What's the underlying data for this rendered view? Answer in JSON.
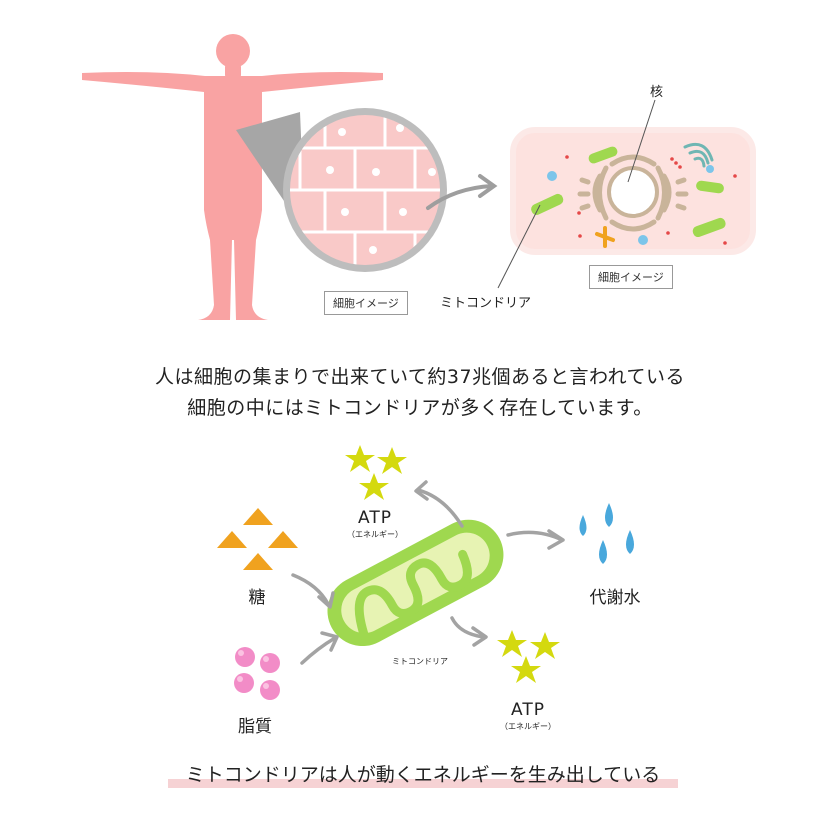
{
  "labels": {
    "cell_image_1": "細胞イメージ",
    "cell_image_2": "細胞イメージ",
    "nucleus": "核",
    "mitochondria": "ミトコンドリア",
    "mito_small": "ミトコンドリア"
  },
  "caption": {
    "line1": "人は細胞の集まりで出来ていて約37兆個あると言われている",
    "line2": "細胞の中にはミトコンドリアが多く存在しています。"
  },
  "inputs": {
    "sugar": "糖",
    "fat": "脂質"
  },
  "outputs": {
    "atp_top": "ATP",
    "atp_top_sub": "（エネルギー）",
    "atp_bottom": "ATP",
    "atp_bottom_sub": "（エネルギー）",
    "water": "代謝水"
  },
  "bottom_caption": "ミトコンドリアは人が動くエネルギーを生み出している",
  "colors": {
    "body": "#f9a3a3",
    "cell_bg": "#fde2df",
    "mito_green": "#9fd84f",
    "mito_inner": "#e7f3b3",
    "atp_star": "#d4d90f",
    "sugar": "#f0a21f",
    "fat": "#f28cc7",
    "water": "#49a8dc",
    "highlight": "#f6d2d4"
  }
}
